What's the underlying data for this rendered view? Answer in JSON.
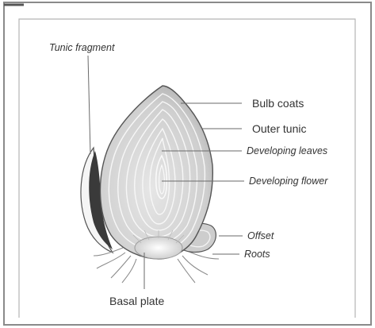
{
  "diagram": {
    "labels": {
      "tunic_fragment": "Tunic fragment",
      "bulb_coats": "Bulb coats",
      "outer_tunic": "Outer tunic",
      "developing_leaves": "Developing leaves",
      "developing_flower": "Developing flower",
      "offset": "Offset",
      "roots": "Roots",
      "basal_plate": "Basal plate"
    },
    "colors": {
      "frame_outer": "#8a8a8a",
      "frame_inner": "#b0b0b0",
      "bulb_fill": "#d9d9d9",
      "bulb_rings": "#f4f4f4",
      "tunic_dark": "#3a3a3a",
      "leader_line": "#6a6a6a",
      "text": "#333333"
    }
  }
}
